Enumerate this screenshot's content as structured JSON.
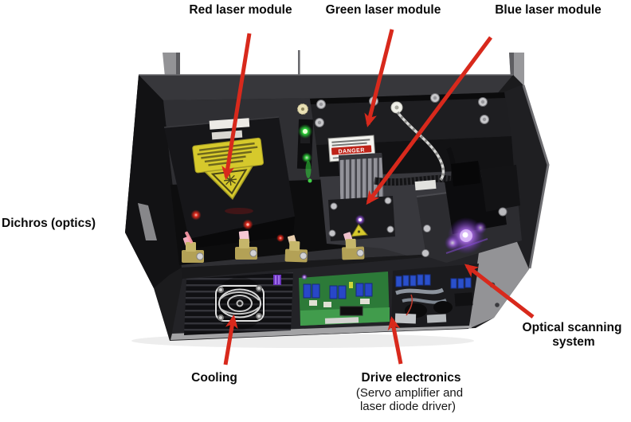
{
  "labels": {
    "red_laser": "Red laser module",
    "green_laser": "Green laser module",
    "blue_laser": "Blue laser module",
    "dichros": "Dichros (optics)",
    "cooling": "Cooling",
    "drive_title": "Drive electronics",
    "drive_sub_line1": "(Servo amplifier and",
    "drive_sub_line2": "laser diode driver)",
    "scanning_line1": "Optical scanning",
    "scanning_line2": "system"
  },
  "photo_text": {
    "danger_sticker": "DANGER"
  },
  "icons": {
    "laser_warning": "laser-warning-triangle-icon",
    "danger_band": "danger-label",
    "fan": "fan-guard-icon",
    "arrow": "annotation-arrow"
  },
  "colors": {
    "background": "#ffffff",
    "arrow_red": "#d8291c",
    "label_text": "#0a0a0a",
    "chassis_dark": "#1b1b1d",
    "warning_yellow": "#d6c92c",
    "pcb_green": "#2c7a38",
    "component_blue": "#2847c8",
    "glow_green": "#2fe53c",
    "glow_violet": "#8a4ae0",
    "glow_red": "#ff2a1a"
  }
}
